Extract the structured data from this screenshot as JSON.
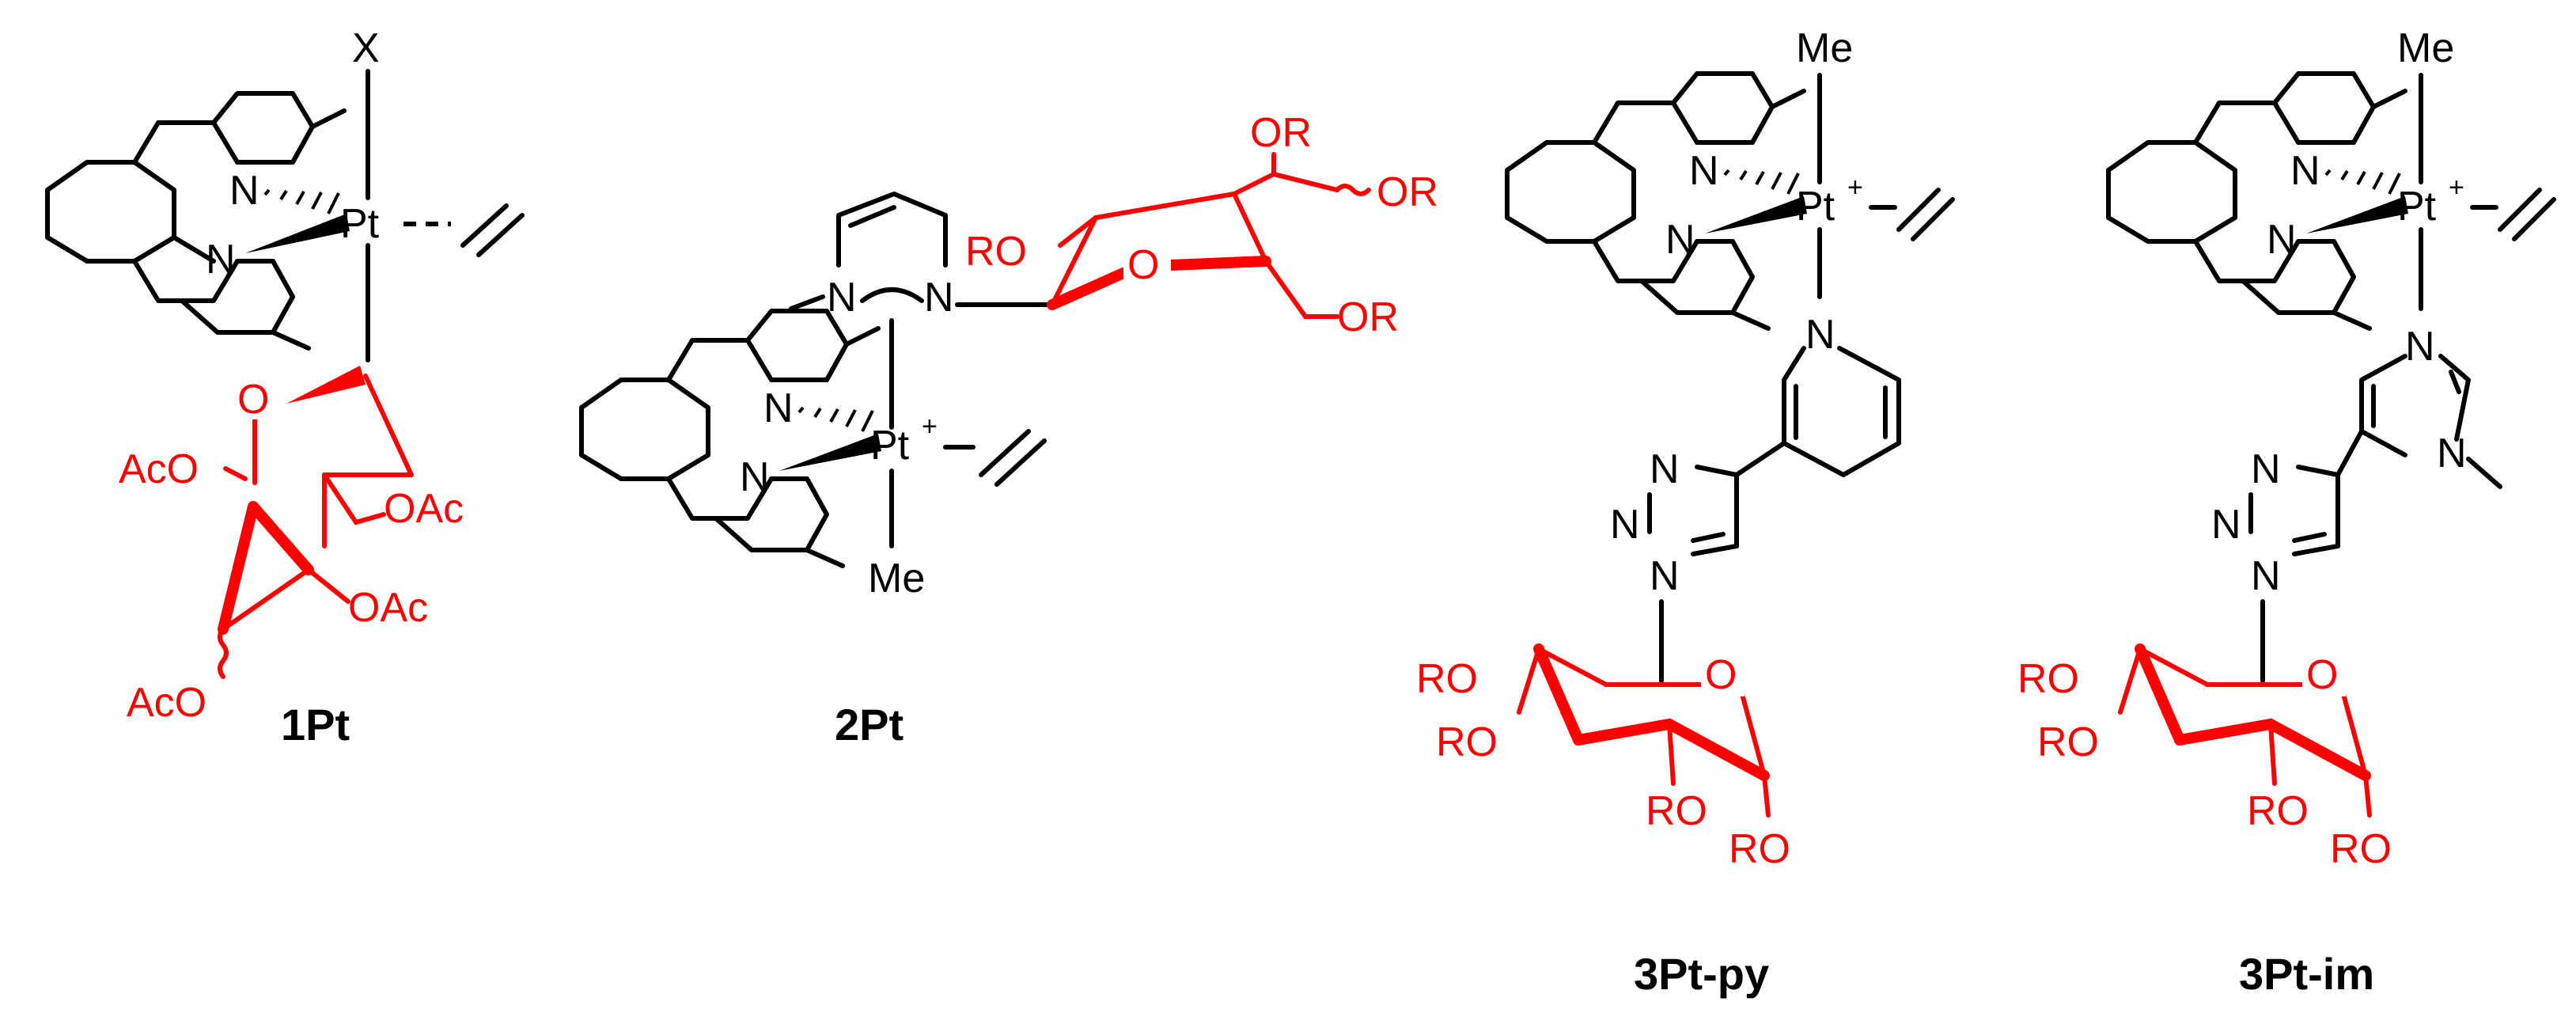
{
  "colors": {
    "ligand": "#000000",
    "sugar": "#ff0000",
    "background": "#ffffff"
  },
  "compounds": [
    {
      "label": "1Pt",
      "metal": "Pt",
      "apical": "X",
      "sugar_groups": [
        "AcO",
        "OAc",
        "OAc",
        "AcO"
      ],
      "ring_O": "O"
    },
    {
      "label": "2Pt",
      "metal": "Pt",
      "charge": "+",
      "methyl": "Me",
      "sugar_groups": [
        "RO",
        "OR",
        "OR",
        "OR"
      ],
      "ring_O": "O"
    },
    {
      "label": "3Pt-py",
      "metal": "Pt",
      "charge": "+",
      "methyl": "Me",
      "sugar_groups": [
        "RO",
        "RO",
        "RO",
        "RO"
      ],
      "ring_O": "O"
    },
    {
      "label": "3Pt-im",
      "metal": "Pt",
      "charge": "+",
      "methyl": "Me",
      "sugar_groups": [
        "RO",
        "RO",
        "RO",
        "RO"
      ],
      "ring_O": "O"
    }
  ],
  "atoms": {
    "N": "N"
  }
}
